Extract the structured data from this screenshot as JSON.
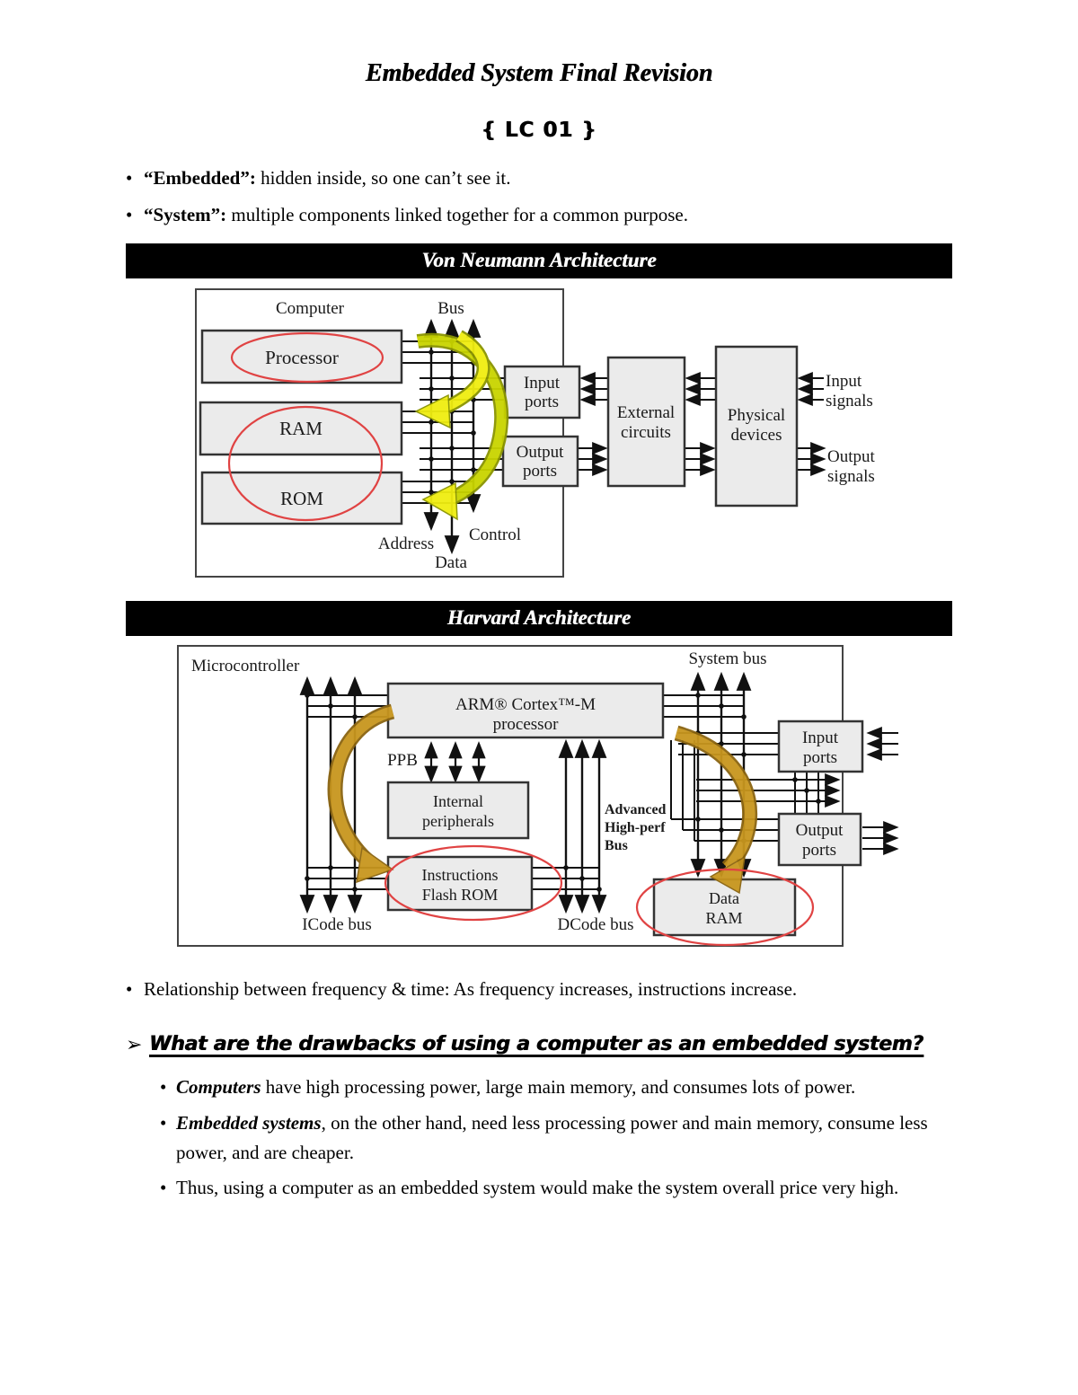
{
  "page": {
    "title": "Embedded System Final Revision",
    "section": "{ LC 01 }"
  },
  "definitions": [
    {
      "bullet": "•",
      "term": "“Embedded”:",
      "rest": " hidden inside, so one can’t see it."
    },
    {
      "bullet": "•",
      "term": "“System”:",
      "rest": " multiple components linked together for a common purpose."
    }
  ],
  "banners": {
    "von_neumann": "Von Neumann Architecture",
    "harvard": "Harvard Architecture"
  },
  "notes": [
    {
      "bullet": "•",
      "text": "Relationship between frequency & time: As frequency increases, instructions increase."
    }
  ],
  "question": {
    "marker": "➢",
    "text": "What are the drawbacks of using a computer as an embedded system?"
  },
  "answers": [
    {
      "bullet": "•",
      "term": "Computers",
      "rest": " have high processing power, large main memory, and consumes lots of power."
    },
    {
      "bullet": "•",
      "term": "Embedded systems",
      "rest": ", on the other hand, need less processing power and main memory, consume less power, and are cheaper."
    },
    {
      "bullet": "•",
      "term": "",
      "rest": "Thus, using a computer as an embedded system would make the system overall price very high."
    }
  ],
  "von_neumann": {
    "labels": {
      "computer": "Computer",
      "bus": "Bus",
      "processor": "Processor",
      "ram": "RAM",
      "rom": "ROM",
      "input_ports_1": "Input",
      "input_ports_2": "ports",
      "output_ports_1": "Output",
      "output_ports_2": "ports",
      "external_1": "External",
      "external_2": "circuits",
      "physical_1": "Physical",
      "physical_2": "devices",
      "input_signals_1": "Input",
      "input_signals_2": "signals",
      "output_signals_1": "Output",
      "output_signals_2": "signals",
      "address": "Address",
      "data": "Data",
      "control": "Control"
    }
  },
  "harvard": {
    "labels": {
      "microcontroller": "Microcontroller",
      "system_bus": "System bus",
      "arm_1": "ARM® Cortex™-M",
      "arm_2": "processor",
      "ppb": "PPB",
      "internal_1": "Internal",
      "internal_2": "peripherals",
      "ahb_1": "Advanced",
      "ahb_2": "High-perf",
      "ahb_3": "Bus",
      "flash_1": "Instructions",
      "flash_2": "Flash ROM",
      "data_ram_1": "Data",
      "data_ram_2": "RAM",
      "input_ports_1": "Input",
      "input_ports_2": "ports",
      "output_ports_1": "Output",
      "output_ports_2": "ports",
      "icode_bus": "ICode bus",
      "dcode_bus": "DCode bus"
    }
  },
  "colors": {
    "banner_bg": "#000000",
    "banner_text": "#ffffff",
    "box_fill": "#ebebeb",
    "box_border": "#333333",
    "highlight_red": "#e04343",
    "arrow_yellow": "#f0ee10",
    "arrow_olive": "#8a9400",
    "arrow_gold": "#c8961e"
  }
}
